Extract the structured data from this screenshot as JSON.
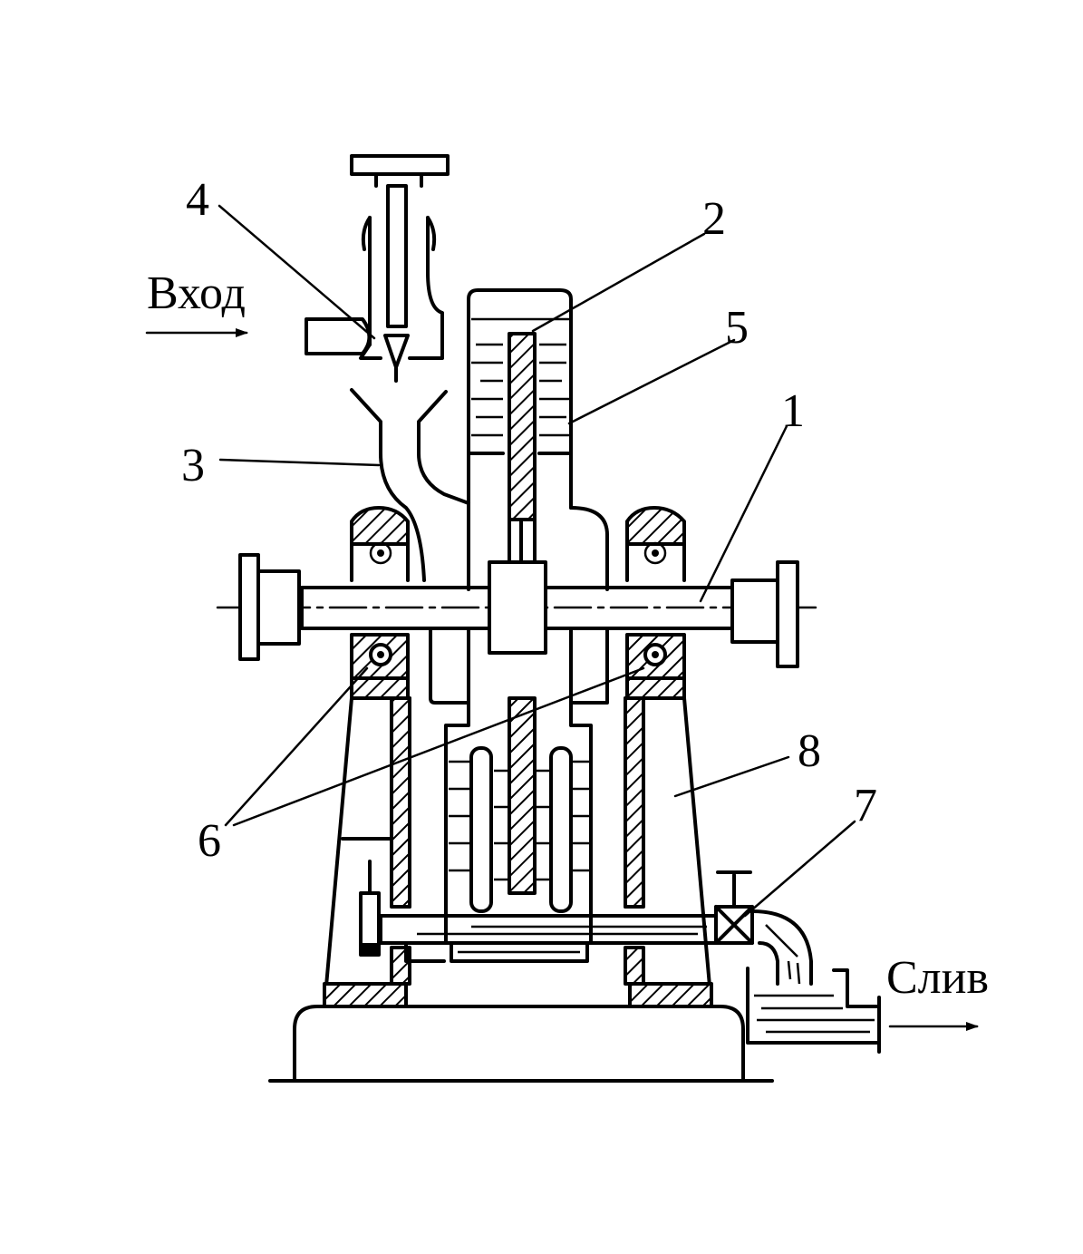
{
  "diagram": {
    "callouts": [
      "1",
      "2",
      "3",
      "4",
      "5",
      "6",
      "7",
      "8"
    ],
    "flow_labels": {
      "inlet": "Вход",
      "drain": "Слив"
    }
  }
}
